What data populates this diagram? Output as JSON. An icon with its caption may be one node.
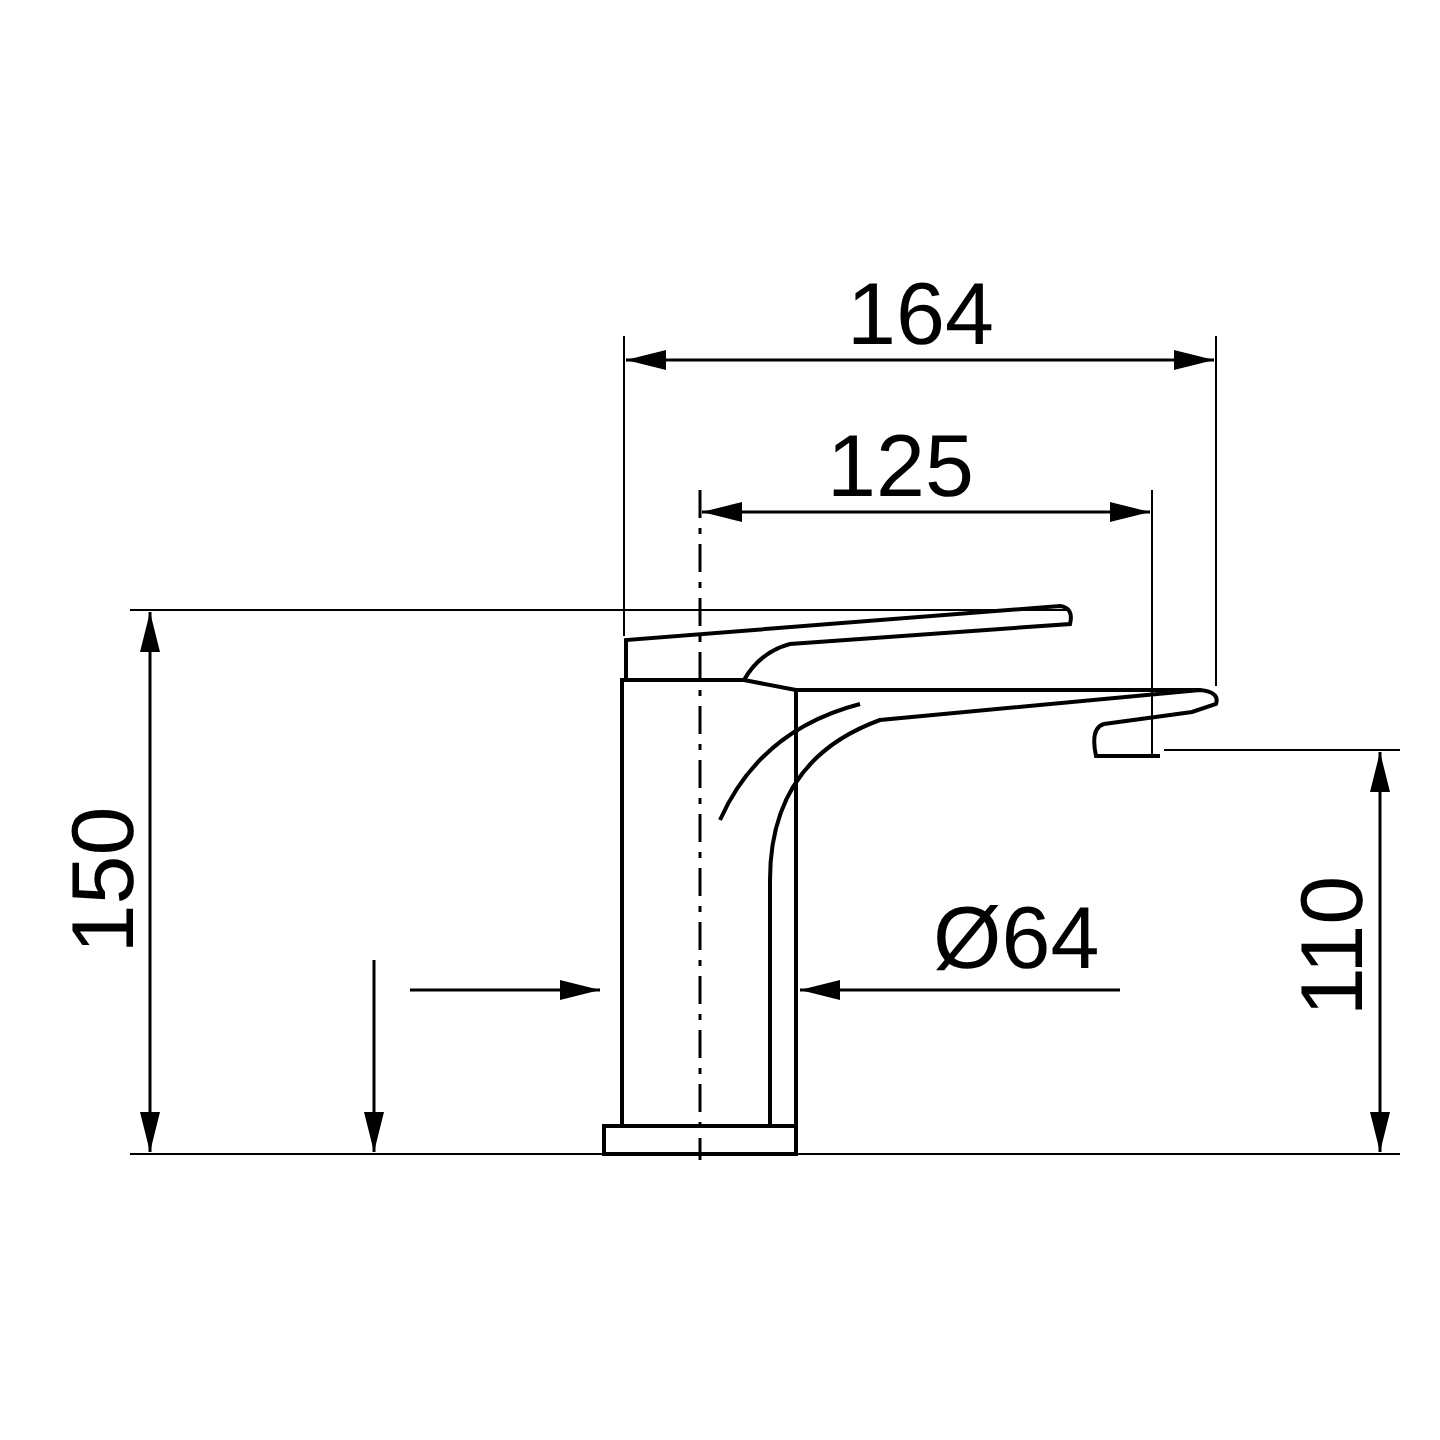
{
  "diagram": {
    "labels": [
      "164",
      "125",
      "150",
      "110",
      "Ø64"
    ]
  }
}
